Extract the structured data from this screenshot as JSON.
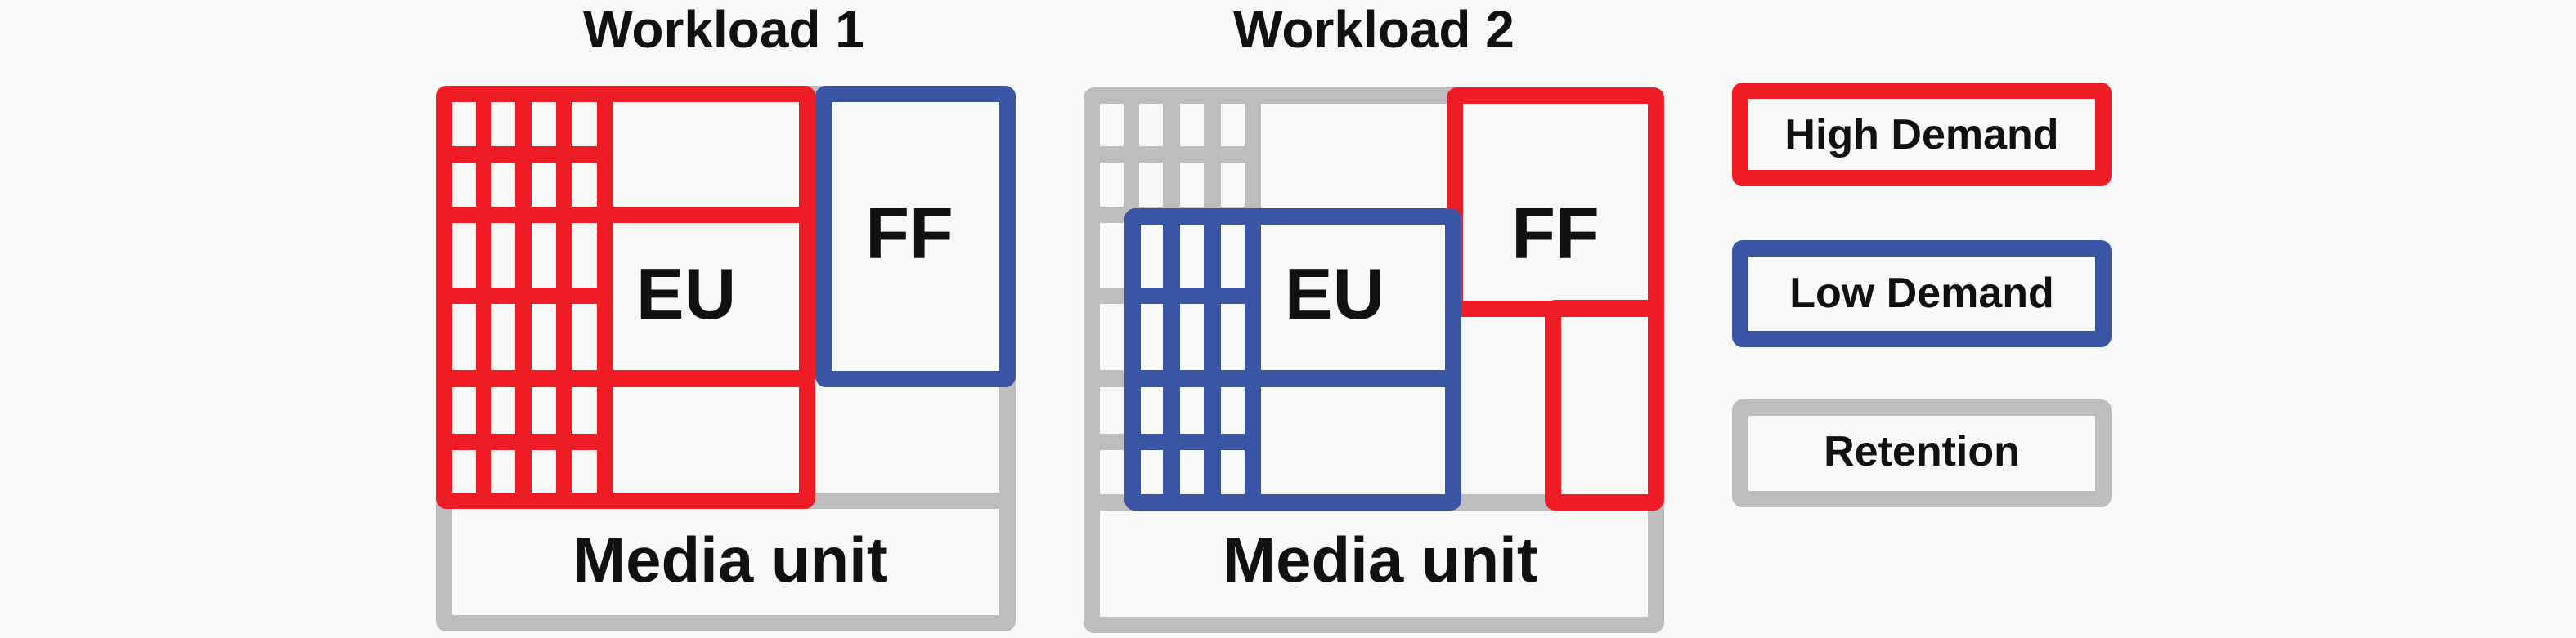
{
  "workloads": [
    {
      "title": "Workload 1",
      "eu_label": "EU",
      "ff_label": "FF",
      "media_label": "Media unit"
    },
    {
      "title": "Workload 2",
      "eu_label": "EU",
      "ff_label": "FF",
      "media_label": "Media unit"
    }
  ],
  "legend": {
    "high": "High Demand",
    "low": "Low Demand",
    "retention": "Retention"
  },
  "colors": {
    "high": "#ee1c24",
    "low": "#3a55a4",
    "retention": "#bdbdbd",
    "background": "#f8f8f8"
  }
}
